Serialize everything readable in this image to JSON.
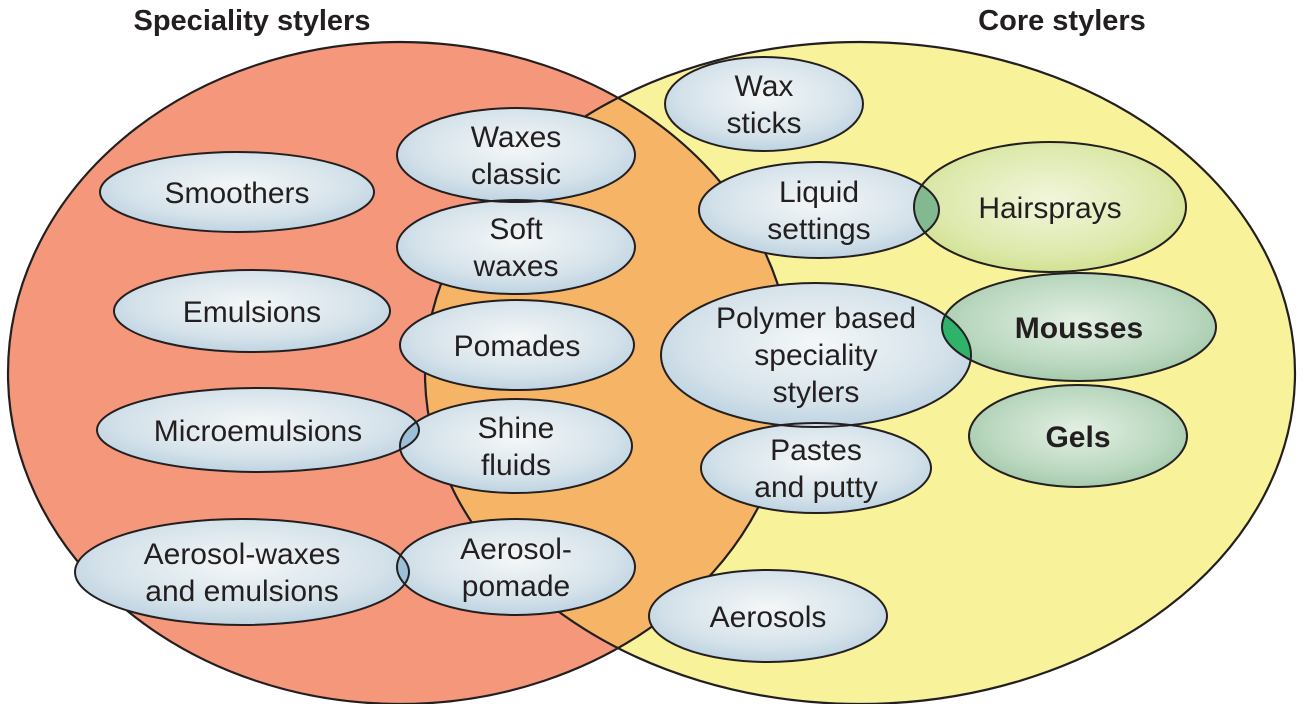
{
  "titles": {
    "speciality": "Speciality stylers",
    "core": "Core stylers"
  },
  "labels": {
    "smoothers": "Smoothers",
    "emulsions": "Emulsions",
    "microemulsions": "Microemulsions",
    "aerosol_waxes_1": "Aerosol-waxes",
    "aerosol_waxes_2": "and emulsions",
    "waxes_classic_1": "Waxes",
    "waxes_classic_2": "classic",
    "soft_waxes_1": "Soft",
    "soft_waxes_2": "waxes",
    "pomades": "Pomades",
    "shine_fluids_1": "Shine",
    "shine_fluids_2": "fluids",
    "aerosol_pomade_1": "Aerosol-",
    "aerosol_pomade_2": "pomade",
    "wax_sticks_1": "Wax",
    "wax_sticks_2": "sticks",
    "liquid_settings_1": "Liquid",
    "liquid_settings_2": "settings",
    "polymer_1": "Polymer based",
    "polymer_2": "speciality",
    "polymer_3": "stylers",
    "pastes_1": "Pastes",
    "pastes_2": "and putty",
    "aerosols": "Aerosols",
    "hairsprays": "Hairsprays",
    "mousses": "Mousses",
    "gels": "Gels"
  },
  "colors": {
    "speciality_circle": "#F5977B",
    "core_circle": "#F8F29B",
    "overlap": "#F6B466",
    "outline": "#231F20",
    "text": "#231F20",
    "item_blue_center": "#F4F7F8",
    "item_blue_mid": "#D5E2EA",
    "item_blue_edge": "#A5C4D9",
    "lime_center": "#F2F6DC",
    "lime_mid": "#DDE9AC",
    "lime_edge": "#C3D76B",
    "green_center": "#E4F0E4",
    "green_mid": "#B9D7BE",
    "green_edge": "#8AB995",
    "lens_blue": "#9CC0D7",
    "lens_green_muted": "#83B98F",
    "lens_green_vivid": "#2FB269"
  }
}
